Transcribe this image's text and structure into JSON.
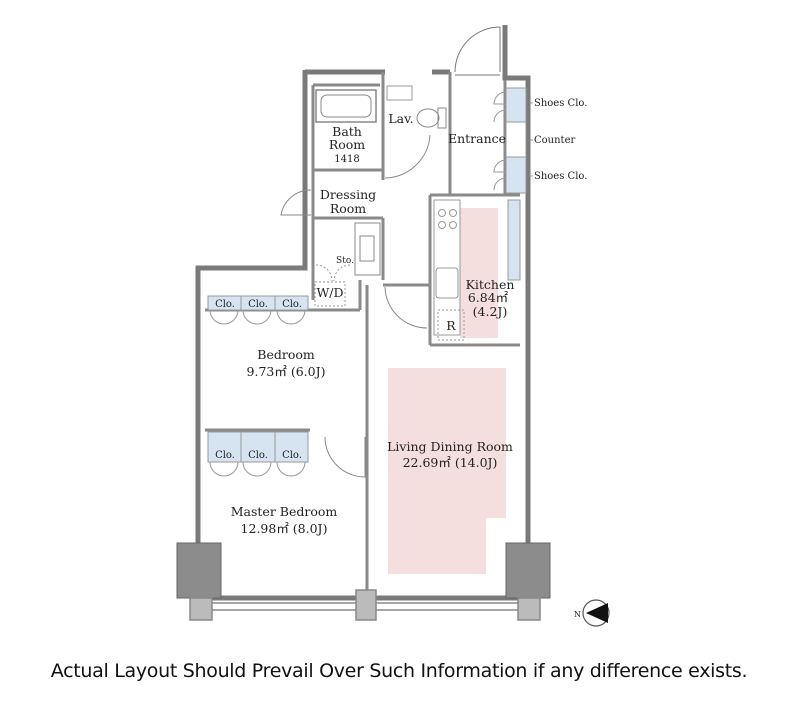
{
  "rooms": {
    "bath": {
      "line1": "Bath",
      "line2": "Room",
      "size": "1418"
    },
    "lav": "Lav.",
    "entrance": "Entrance",
    "dressing": {
      "line1": "Dressing",
      "line2": "Room"
    },
    "storage": "Sto.",
    "washer_dryer": "W/D",
    "kitchen": {
      "name": "Kitchen",
      "area": "6.84㎡",
      "tatami": "(4.2J)"
    },
    "refrigerator": "R",
    "bedroom": {
      "name": "Bedroom",
      "area": "9.73㎡ (6.0J)"
    },
    "master_bedroom": {
      "name": "Master Bedroom",
      "area": "12.98㎡ (8.0J)"
    },
    "living": {
      "name": "Living Dining Room",
      "area": "22.69㎡ (14.0J)"
    }
  },
  "storage_labels": {
    "shoes_top": "Shoes Clo.",
    "counter": "Counter",
    "shoes_bottom": "Shoes Clo.",
    "closet": "Clo."
  },
  "compass": {
    "label": "N"
  },
  "colors": {
    "wall": "#7a7a7a",
    "closet_fill": "#d6e4f1",
    "floor_highlight": "#f5dede",
    "pillar": "#8c8c8c"
  },
  "caption": "Actual Layout Should Prevail Over Such Information if any difference exists."
}
